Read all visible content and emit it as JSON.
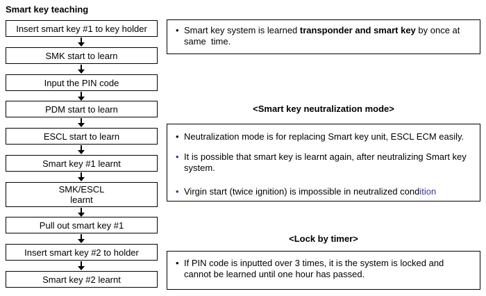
{
  "title": "Smart key teaching",
  "flow": {
    "steps": [
      {
        "label": "Insert smart key #1 to key holder"
      },
      {
        "label": "SMK start to learn"
      },
      {
        "label": "Input the PIN code"
      },
      {
        "label": "PDM start to learn"
      },
      {
        "label": "ESCL start to learn"
      },
      {
        "label": "Smart key #1 learnt"
      },
      {
        "label": "SMK/ESCL\nlearnt"
      },
      {
        "label": "Pull out smart key #1"
      },
      {
        "label": "Insert smart key #2 to holder"
      },
      {
        "label": "Smart key #2 learnt"
      }
    ],
    "connector_icon": "down-arrow"
  },
  "notes": {
    "overview": {
      "bullet_char": "•",
      "segments": [
        {
          "t": "Smart key system is learned "
        },
        {
          "t": "transponder and smart key",
          "b": true
        },
        {
          "t": " by once at\nsame  time."
        }
      ]
    },
    "neutralization": {
      "heading": "<Smart key neutralization mode>",
      "bullets": [
        {
          "dot_color": "#000000",
          "segments": [
            {
              "t": "Neutralization mode is for replacing Smart key unit, ESCL ECM easily."
            }
          ]
        },
        {
          "dot_color": "#34347e",
          "segments": [
            {
              "t": "It is possible that smart key is learnt again, after neutralizing Smart key\nsystem."
            }
          ]
        },
        {
          "dot_color": "#34347e",
          "segments": [
            {
              "t": "Virgin start (twice ignition) is impossible in neutralized cond"
            },
            {
              "t": "ition",
              "c": "#3b3b8e"
            }
          ]
        }
      ]
    },
    "lock_by_timer": {
      "heading": "<Lock by timer>",
      "bullets": [
        {
          "dot_color": "#000000",
          "segments": [
            {
              "t": "If PIN code is inputted over 3 times, it is the system is locked and\ncannot be learned until one hour has passed."
            }
          ]
        }
      ]
    }
  },
  "colors": {
    "text": "#000000",
    "border": "#000000",
    "accent_blue": "#3b3b8e",
    "background": "#ffffff"
  }
}
